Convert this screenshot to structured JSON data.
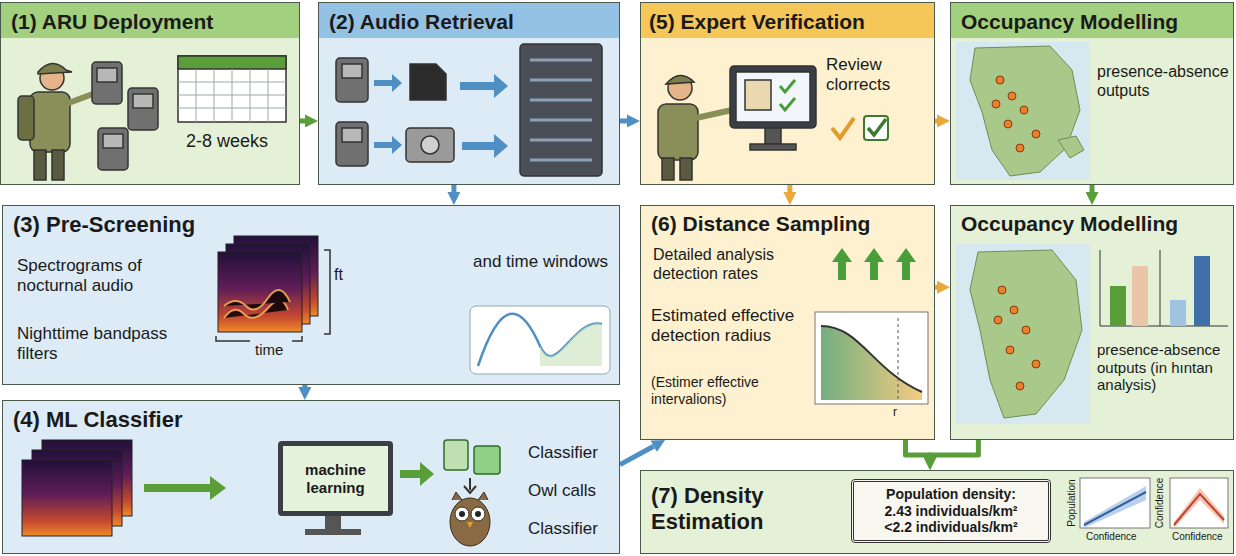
{
  "diagram": {
    "nodes": [
      {
        "text": [
          "(1) ARU Deployment",
          "2-8 weeks"
        ]
      },
      {
        "text": [
          "(2) Audio Retrieval"
        ]
      },
      {
        "text": [
          "(5) Expert Verification",
          "Review clorrects"
        ]
      },
      {
        "text": [
          "Occupancy Modelling",
          "presence-absence outputs"
        ]
      },
      {
        "text": [
          "(3) Pre-Screening",
          "Spectrograms of nocturnal audio",
          "Nighttime bandpass filters",
          "and time windows"
        ]
      },
      {
        "text": [
          "(4) ML Classifier",
          "Classifier",
          "Owl calls",
          "Classifier"
        ]
      },
      {
        "text": [
          "machine learning"
        ],
        "in": 5
      },
      {
        "text": [
          "(6) Distance Sampling",
          "Detailed analysis detection rates",
          "Estimated effective detection radius",
          "(Estimer effective intervalions)"
        ]
      },
      {
        "text": [
          "Occupancy Modelling",
          "presence-absence outputs (in hıntan analysis)"
        ]
      },
      {
        "text": [
          "(7) Density Estimation"
        ]
      },
      {
        "text": [
          "Population density:",
          "2.43 individuals/km²",
          "<2.2 individuals/km²"
        ],
        "in": 9
      }
    ],
    "edges": [
      {
        "from": 0,
        "to": 1,
        "arrow": "to"
      },
      {
        "from": 1,
        "to": 2,
        "arrow": "to"
      },
      {
        "from": 2,
        "to": 3,
        "arrow": "to"
      },
      {
        "from": 1,
        "to": 4,
        "arrow": "to"
      },
      {
        "from": 4,
        "to": 5,
        "arrow": "to"
      },
      {
        "from": 5,
        "to": 7,
        "arrow": "to"
      },
      {
        "from": 2,
        "to": 7,
        "arrow": "to"
      },
      {
        "from": 3,
        "to": 8,
        "arrow": "to"
      },
      {
        "from": 7,
        "to": 8,
        "arrow": "to"
      },
      {
        "from": 7,
        "to": 9,
        "arrow": "to"
      },
      {
        "from": 8,
        "to": 9,
        "arrow": "to"
      }
    ],
    "labels": [
      "time",
      "ft",
      "r",
      "Population",
      "Confidence",
      "Confidence",
      "Confidence"
    ]
  }
}
